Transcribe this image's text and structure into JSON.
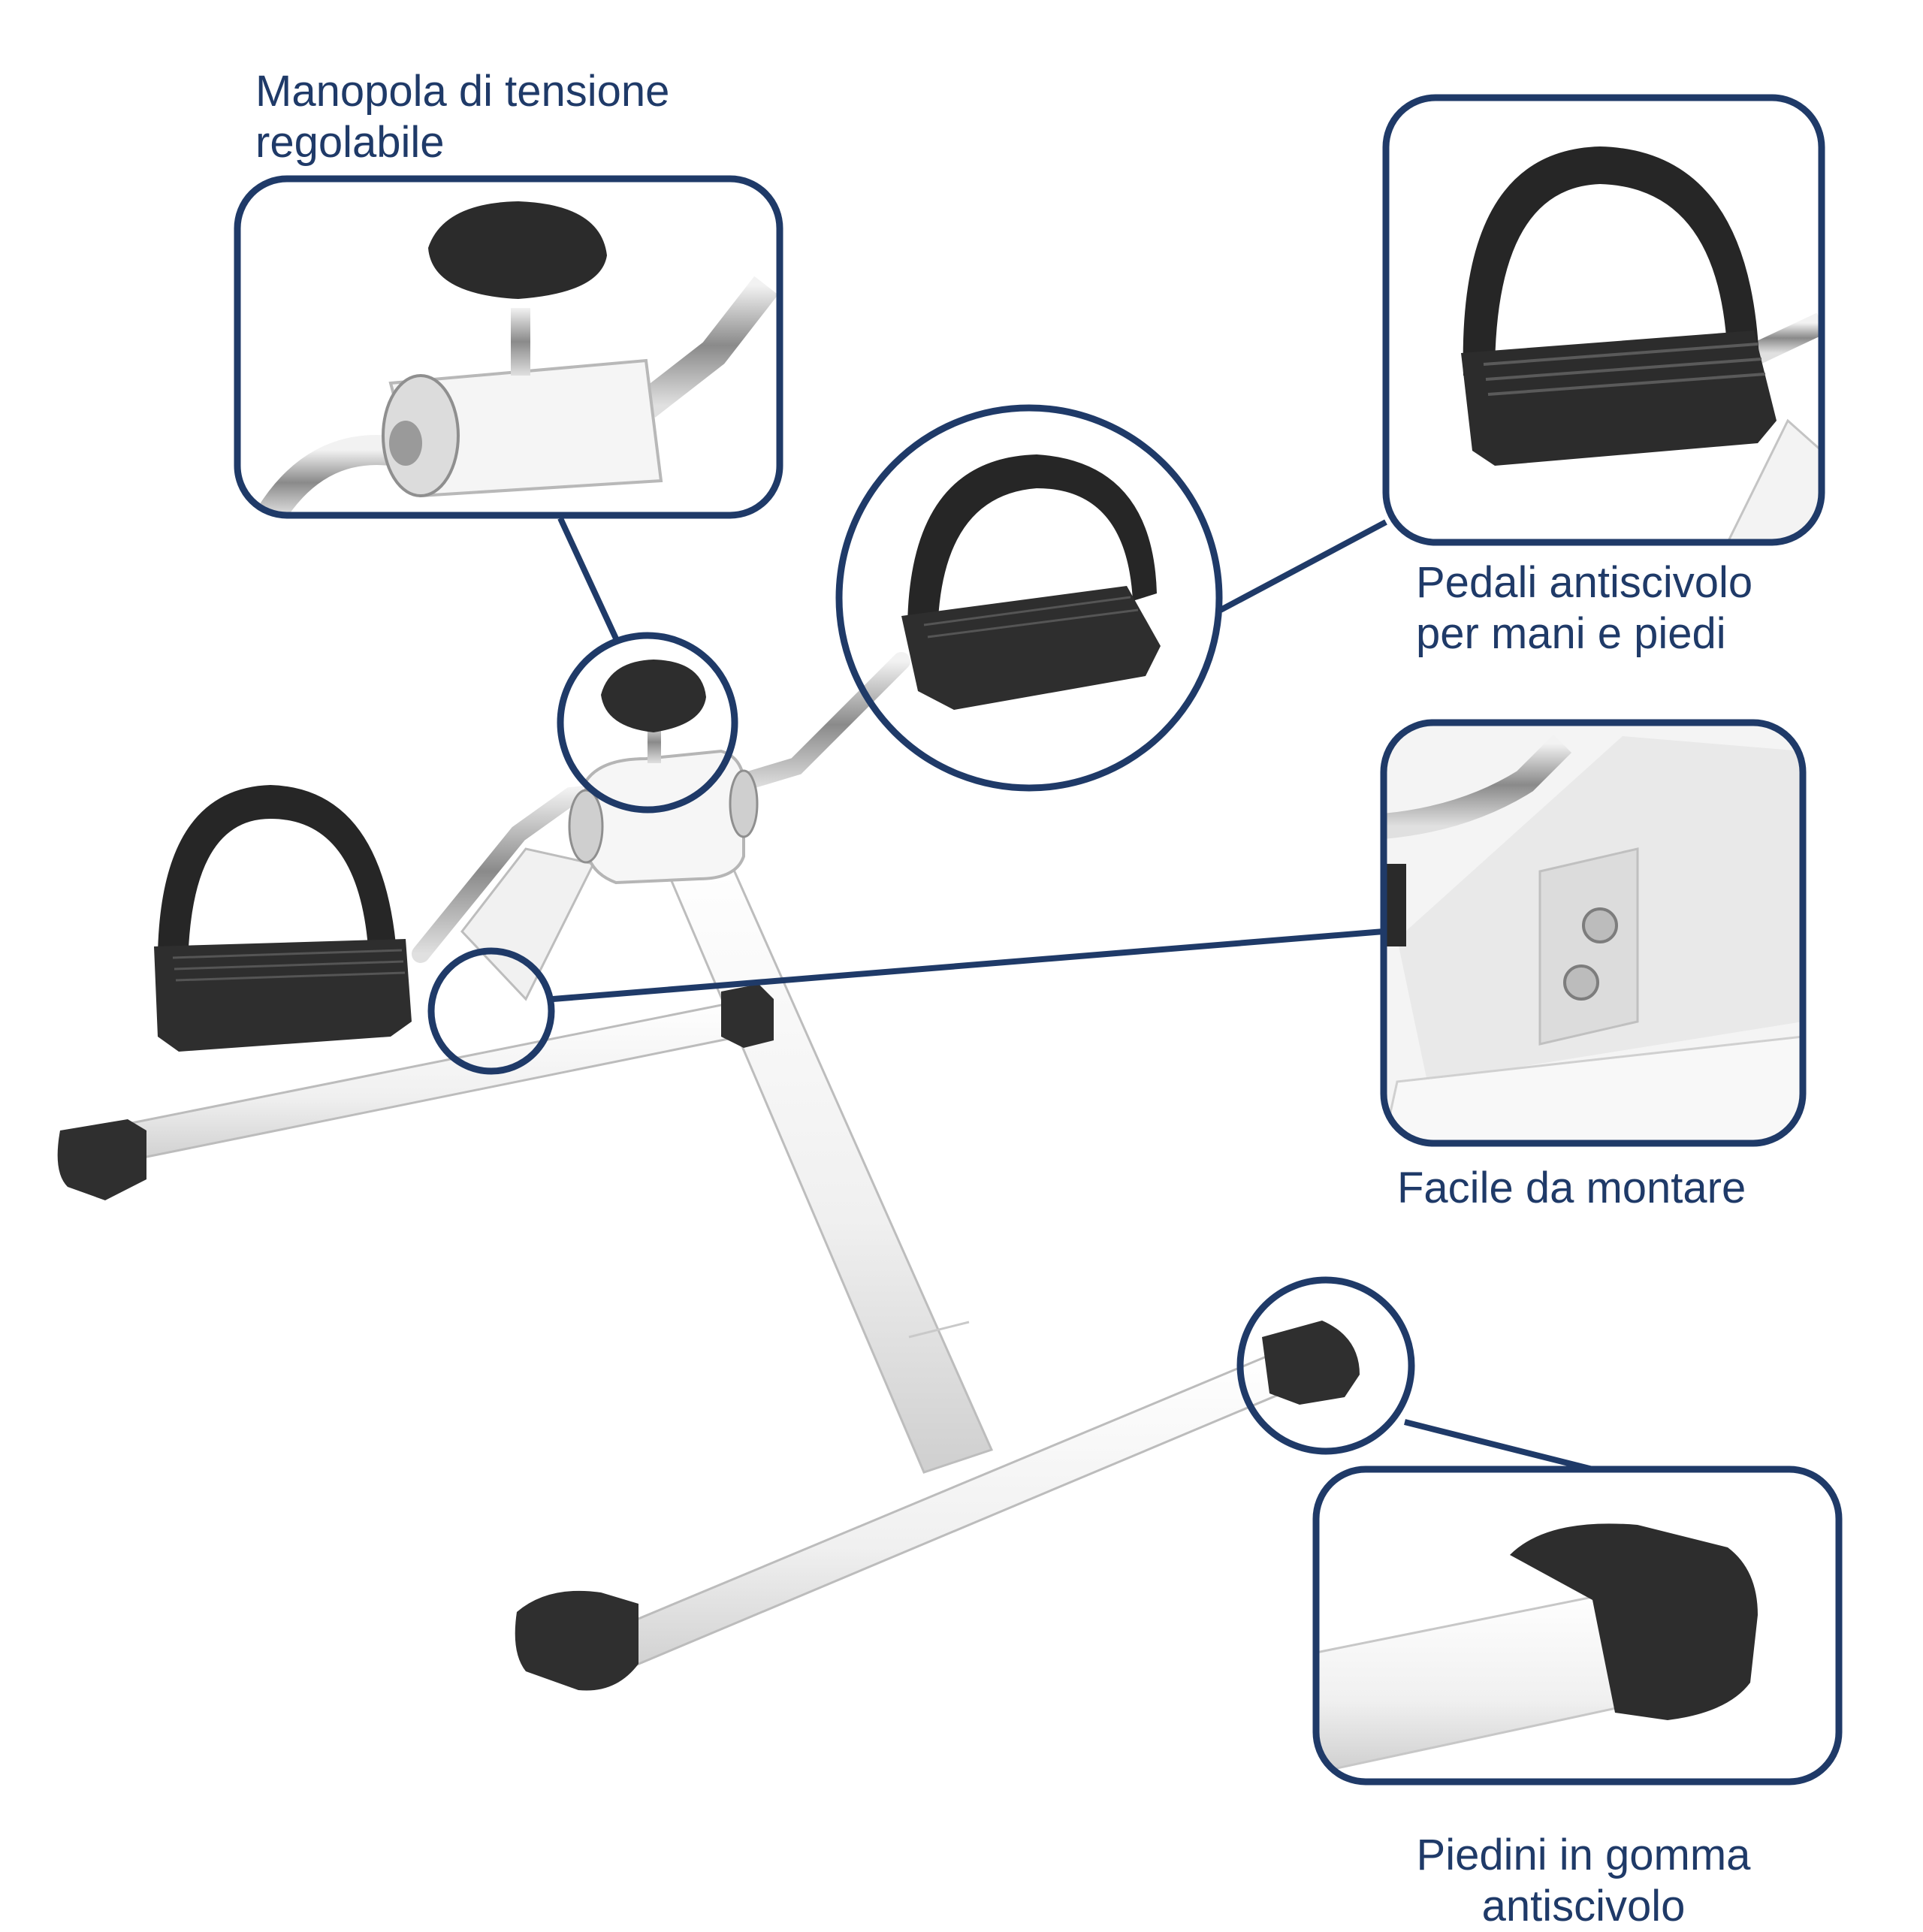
{
  "colors": {
    "outline": "#1f3a68",
    "frame_white": "#f4f4f4",
    "frame_shadow": "#c8c8c8",
    "rubber": "#3a3a3a",
    "chrome": "#b0b0b0"
  },
  "callouts": {
    "knob": {
      "lines": [
        "Manopola di tensione",
        "regolabile"
      ],
      "icon": "tension-knob-icon"
    },
    "pedals": {
      "lines": [
        "Pedali antiscivolo",
        "per mani e piedi"
      ],
      "icon": "pedal-icon"
    },
    "mount": {
      "lines": [
        "Facile da montare"
      ],
      "icon": "bolt-icon"
    },
    "feet": {
      "lines": [
        "Piedini in gomma",
        "antiscivolo"
      ],
      "icon": "rubber-foot-icon"
    }
  }
}
